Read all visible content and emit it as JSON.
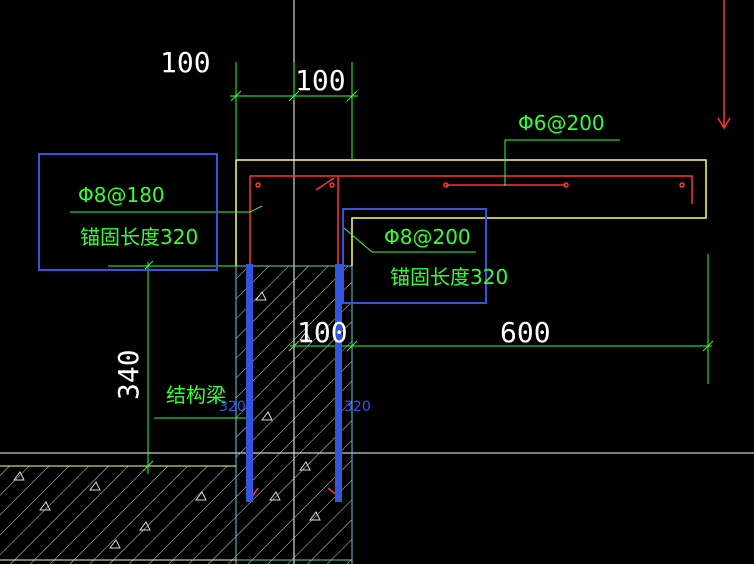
{
  "dimensions": {
    "top_left": "100",
    "top_width": "100",
    "mid_width": "100",
    "right_length": "600",
    "vertical": "340"
  },
  "labels": {
    "top_rebar": "Φ6@200",
    "left_rebar": "Φ8@180",
    "left_anchor": "锚固长度320",
    "right_rebar": "Φ8@200",
    "right_anchor": "锚固长度320",
    "beam": "结构梁",
    "left_rod_len": "320",
    "right_rod_len": "320"
  },
  "colors": {
    "background": "#000000",
    "slab_outline": "#ffff66",
    "rebar": "#ff3333",
    "dimension_line": "#33ff33",
    "annotation_text": "#33ff33",
    "dimension_text": "#ffffff",
    "highlight_box": "#3355dd",
    "highlight_rod": "#3355dd",
    "crosshair": "#ffffff",
    "hatch": "#ffffff",
    "ground_line": "#ffff99",
    "beam_outline": "#66cccc"
  }
}
